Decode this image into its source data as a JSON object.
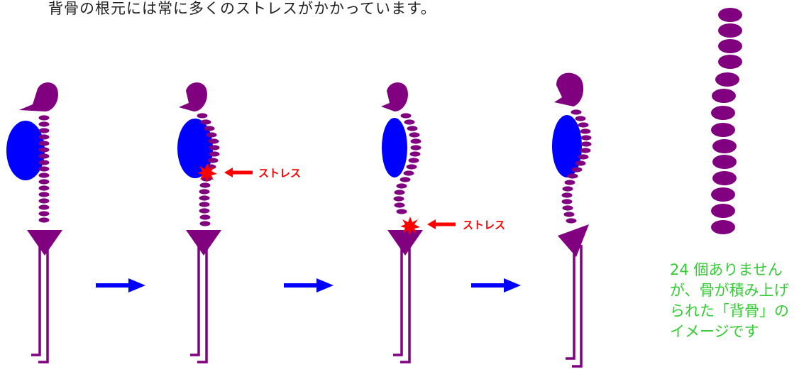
{
  "caption": "背骨の根元には常に多くのストレスがかかっています。",
  "stress_label": "ストレス",
  "stacked_spine_note": "24 個ありませんが、骨が積み上げられた「背骨」のイメージです",
  "colors": {
    "skeleton": "#800080",
    "torso": "#0000ff",
    "arrow": "#0000ff",
    "stress": "#ff0000",
    "note": "#33cc33"
  }
}
